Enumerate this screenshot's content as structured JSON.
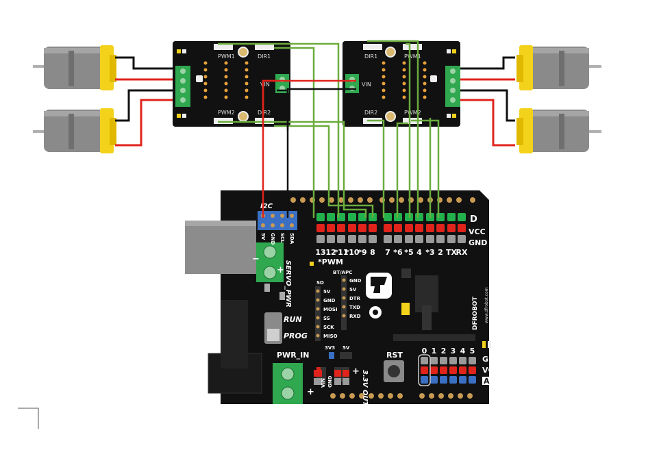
{
  "shield": {
    "brand": "DFROBOT",
    "url": "www.dfrobot.com",
    "title": "I/O Expansion",
    "subtitle": "Shield V7",
    "digital_header": "D",
    "analog_header": "A",
    "row_vcc": "VCC",
    "row_gnd": "GND",
    "digital_pins": [
      "13",
      "12",
      "*11",
      "*10",
      "*9",
      "8",
      "7",
      "*6",
      "*5",
      "4",
      "*3",
      "2",
      "TX",
      "RX"
    ],
    "analog_pins": [
      "0",
      "1",
      "2",
      "3",
      "4",
      "5"
    ],
    "pwm_note": "*PWM",
    "i2c_label": "I2C",
    "i2c_pins": [
      "5V",
      "GND",
      "SCL",
      "SDA"
    ],
    "servo_pwr": "SERVO_PWR",
    "run": "RUN",
    "prog": "PROG",
    "pwr_in": "PWR_IN",
    "rst": "RST",
    "out_label": "3.3V OUT",
    "v_select": [
      "3V3",
      "5V"
    ],
    "sd_label": "SD",
    "sd_pins": [
      "5V",
      "GND",
      "MOSI",
      "SS",
      "SCK",
      "MISO"
    ],
    "bt_label": "BT/APC",
    "bt_pins": [
      "GND",
      "5V",
      "DTR",
      "TXD",
      "RXD"
    ],
    "vin_gnd": [
      "VIN",
      "GND"
    ],
    "plus": "+",
    "minus": "−"
  },
  "drivers": [
    {
      "pwm": "PWM1",
      "dir": "DIR1",
      "pwm2": "PWM2",
      "dir2": "DIR2",
      "vin": "VIN"
    },
    {
      "pwm": "PWM1",
      "dir": "DIR1",
      "pwm2": "PWM2",
      "dir2": "DIR2",
      "vin": "VIN"
    }
  ],
  "colors": {
    "board": "#111111",
    "green_wire": "#6aac3c",
    "red_wire": "#e0231b",
    "black_wire": "#111111",
    "terminal": "#2fa84f",
    "header_green": "#22b14c",
    "header_red": "#e0231b",
    "header_blue": "#3a6fc4",
    "header_gray": "#9a9a9a",
    "motor_body": "#8a8a8a",
    "motor_cap": "#f2d21b"
  }
}
